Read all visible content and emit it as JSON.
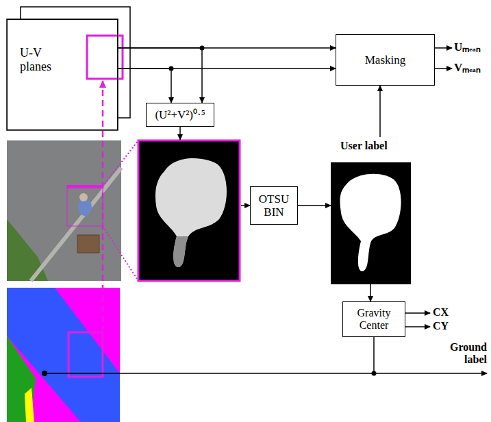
{
  "diagram": {
    "nodes": [
      {
        "text": [
          "U-V planes"
        ]
      },
      {
        "text": [
          "Masking"
        ]
      },
      {
        "text": [
          "(U²+V²)⁰·⁵"
        ]
      },
      {
        "text": [
          "OTSU BIN"
        ]
      },
      {
        "text": [
          "User label"
        ]
      },
      {
        "text": [
          "Gravity Center"
        ]
      }
    ],
    "edges": [
      {
        "from": 0,
        "to": 1,
        "arrow": "to"
      },
      {
        "from": 0,
        "to": 1,
        "arrow": "to"
      },
      {
        "from": 0,
        "to": 2,
        "arrow": "to"
      },
      {
        "from": 0,
        "to": 2,
        "arrow": "to"
      },
      {
        "from": 4,
        "to": 1,
        "arrow": "to"
      },
      {
        "from": 4,
        "to": 5,
        "arrow": "to"
      }
    ],
    "labels": [
      "Uₘₑₐₙ",
      "Vₘₑₐₙ",
      "CX",
      "CY",
      "Ground label"
    ]
  }
}
